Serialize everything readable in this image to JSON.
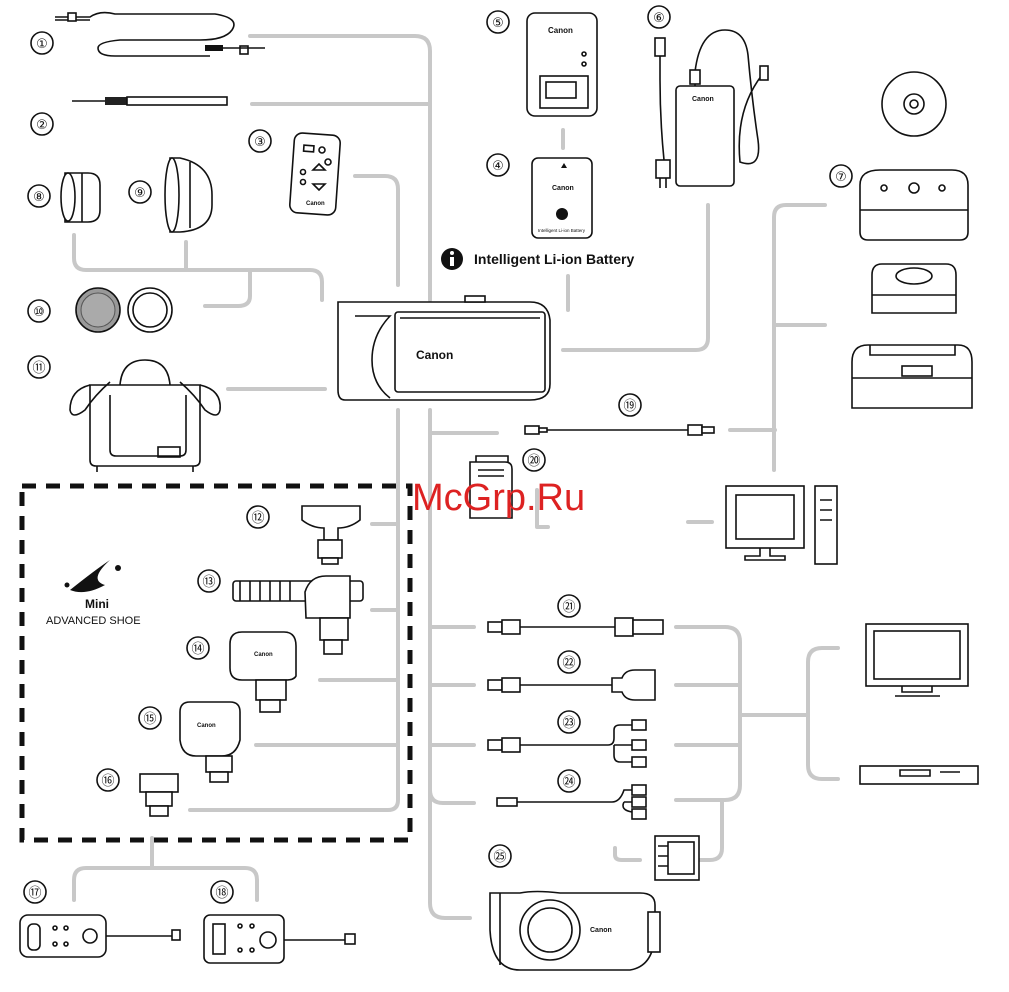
{
  "items": {
    "n1": "①",
    "n2": "②",
    "n3": "③",
    "n4": "④",
    "n5": "⑤",
    "n6": "⑥",
    "n7": "⑦",
    "n8": "⑧",
    "n9": "⑨",
    "n10": "⑩",
    "n11": "⑪",
    "n12": "⑫",
    "n13": "⑬",
    "n14": "⑭",
    "n15": "⑮",
    "n16": "⑯",
    "n17": "⑰",
    "n18": "⑱",
    "n19": "⑲",
    "n20": "⑳",
    "n21": "㉑",
    "n22": "㉒",
    "n23": "㉓",
    "n24": "㉔",
    "n25": "㉕"
  },
  "labels": {
    "battery": "Intelligent Li-ion Battery",
    "battery_small": "Intelligent Li-ion Battery",
    "shoe_line1": "Mini",
    "shoe_line2": "ADVANCED SHOE",
    "brand": "Canon",
    "watermark": "McGrp.Ru"
  }
}
